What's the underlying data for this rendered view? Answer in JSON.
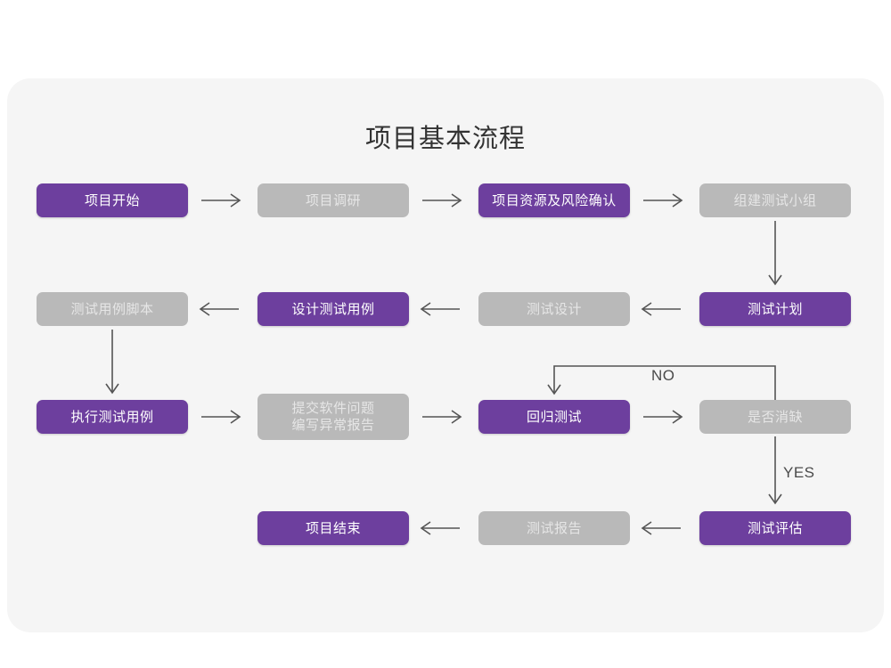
{
  "page": {
    "title": "项目基本流程",
    "panel_bg": "#f5f5f5",
    "canvas_bg": "#ffffff"
  },
  "theme": {
    "purple": "#6d3f9e",
    "purple_text": "#ffffff",
    "gray": "#b9b9b9",
    "gray_text": "#e6e6e6",
    "line": "#555555",
    "title_text": "#333333"
  },
  "nodes": [
    {
      "id": "n1",
      "label": "项目开始",
      "style": "purple",
      "row": 1,
      "col": 1
    },
    {
      "id": "n2",
      "label": "项目调研",
      "style": "gray",
      "row": 1,
      "col": 2
    },
    {
      "id": "n3",
      "label": "项目资源及风险确认",
      "style": "purple",
      "row": 1,
      "col": 3
    },
    {
      "id": "n4",
      "label": "组建测试小组",
      "style": "gray",
      "row": 1,
      "col": 4
    },
    {
      "id": "n5",
      "label": "测试用例脚本",
      "style": "gray",
      "row": 2,
      "col": 1
    },
    {
      "id": "n6",
      "label": "设计测试用例",
      "style": "purple",
      "row": 2,
      "col": 2
    },
    {
      "id": "n7",
      "label": "测试设计",
      "style": "gray",
      "row": 2,
      "col": 3
    },
    {
      "id": "n8",
      "label": "测试计划",
      "style": "purple",
      "row": 2,
      "col": 4
    },
    {
      "id": "n9",
      "label": "执行测试用例",
      "style": "purple",
      "row": 3,
      "col": 1
    },
    {
      "id": "n10",
      "label": "提交软件问题\n编写异常报告",
      "style": "gray",
      "row": 3,
      "col": 2,
      "tall": true
    },
    {
      "id": "n11",
      "label": "回归测试",
      "style": "purple",
      "row": 3,
      "col": 3
    },
    {
      "id": "n12",
      "label": "是否消缺",
      "style": "gray",
      "row": 3,
      "col": 4
    },
    {
      "id": "n13",
      "label": "项目结束",
      "style": "purple",
      "row": 4,
      "col": 2
    },
    {
      "id": "n14",
      "label": "测试报告",
      "style": "gray",
      "row": 4,
      "col": 3
    },
    {
      "id": "n15",
      "label": "测试评估",
      "style": "purple",
      "row": 4,
      "col": 4
    }
  ],
  "edge_labels": {
    "no": "NO",
    "yes": "YES"
  },
  "flow": {
    "row1_direction": "right",
    "row2_direction": "left",
    "row3_direction": "right",
    "row4_direction": "left",
    "decision_node": "是否消缺",
    "decision_no_target": "回归测试",
    "decision_yes_target": "测试评估"
  }
}
